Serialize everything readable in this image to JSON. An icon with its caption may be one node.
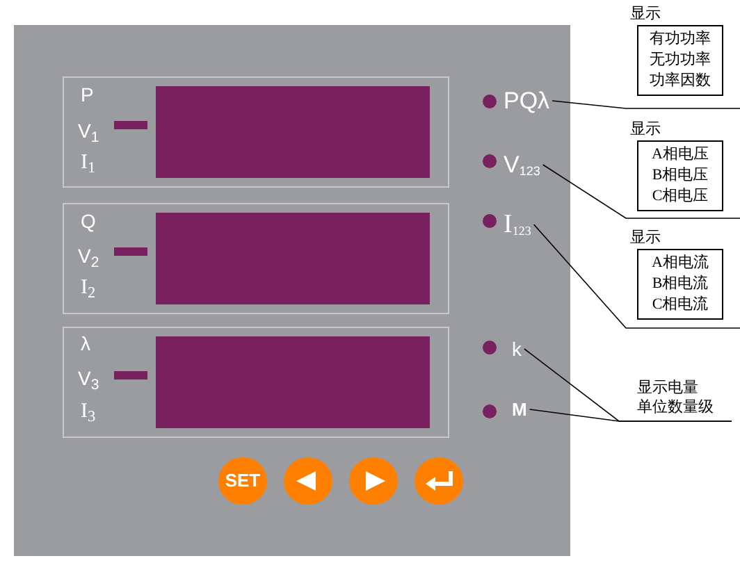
{
  "diagram": {
    "nodes": [
      {
        "text": [
          "PQλ"
        ]
      },
      {
        "text": [
          "V$_{123}$"
        ]
      },
      {
        "text": [
          "I$_{123}$"
        ]
      },
      {
        "text": [
          "k"
        ]
      },
      {
        "text": [
          "M"
        ]
      },
      {
        "text": [
          "显示",
          "有功功率",
          "无功功率",
          "功率因数"
        ]
      },
      {
        "text": [
          "显示",
          "A相电压",
          "B相电压",
          "C相电压"
        ]
      },
      {
        "text": [
          "显示",
          "A相电流",
          "B相电流",
          "C相电流"
        ]
      },
      {
        "text": [
          "显示电量",
          "单位数量级"
        ]
      }
    ],
    "edges": [
      {
        "from": 0,
        "to": 5,
        "arrow": "none"
      },
      {
        "from": 1,
        "to": 6,
        "arrow": "none"
      },
      {
        "from": 2,
        "to": 7,
        "arrow": "none"
      },
      {
        "from": 3,
        "to": 8,
        "arrow": "none"
      },
      {
        "from": 4,
        "to": 8,
        "arrow": "none"
      }
    ],
    "labels": [
      "P",
      "V$_{1}$",
      "I$_{1}$",
      "Q",
      "V$_{2}$",
      "I$_{2}$",
      "λ",
      "V$_{3}$",
      "I$_{3}$",
      "SET"
    ]
  }
}
